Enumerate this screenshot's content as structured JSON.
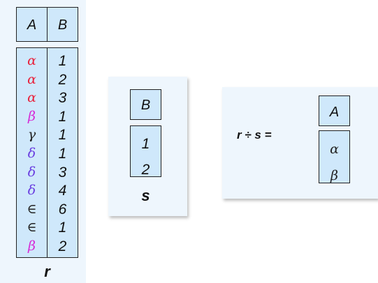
{
  "relation_r": {
    "headers": [
      "A",
      "B"
    ],
    "rows": [
      {
        "a": "α",
        "b": "1",
        "color": "#e8203a"
      },
      {
        "a": "α",
        "b": "2",
        "color": "#e8203a"
      },
      {
        "a": "α",
        "b": "3",
        "color": "#e8203a"
      },
      {
        "a": "β",
        "b": "1",
        "color": "#d62ad6"
      },
      {
        "a": "γ",
        "b": "1",
        "color": "#222222"
      },
      {
        "a": "δ",
        "b": "1",
        "color": "#6a3ee0"
      },
      {
        "a": "δ",
        "b": "3",
        "color": "#6a3ee0"
      },
      {
        "a": "δ",
        "b": "4",
        "color": "#6a3ee0"
      },
      {
        "a": "∈",
        "b": "6",
        "color": "#222222"
      },
      {
        "a": "∈",
        "b": "1",
        "color": "#222222"
      },
      {
        "a": "β",
        "b": "2",
        "color": "#d62ad6"
      }
    ],
    "caption": "r"
  },
  "relation_s": {
    "header": "B",
    "values": [
      "1",
      "2"
    ],
    "caption": "s"
  },
  "result": {
    "expression": "r ÷ s =",
    "header": "A",
    "values": [
      "α",
      "β"
    ]
  }
}
